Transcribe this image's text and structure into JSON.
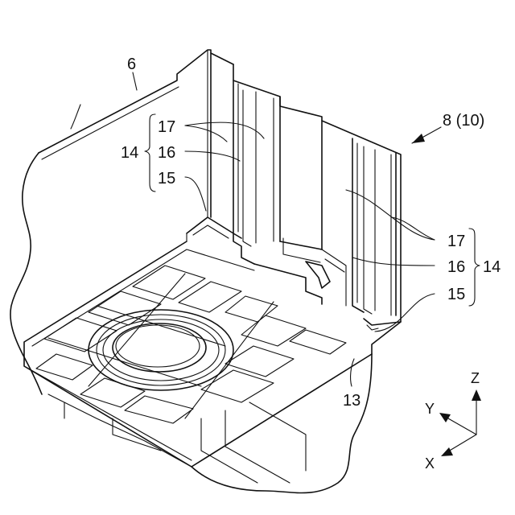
{
  "labels": {
    "housing": "6",
    "device": "8 (10)",
    "part_17_left": "17",
    "part_16_left": "16",
    "part_15_left": "15",
    "group_14_left": "14",
    "part_17_right": "17",
    "part_16_right": "16",
    "part_15_right": "15",
    "group_14_right": "14",
    "bottom_plate": "13"
  },
  "axes": {
    "z": "Z",
    "y": "Y",
    "x": "X"
  }
}
